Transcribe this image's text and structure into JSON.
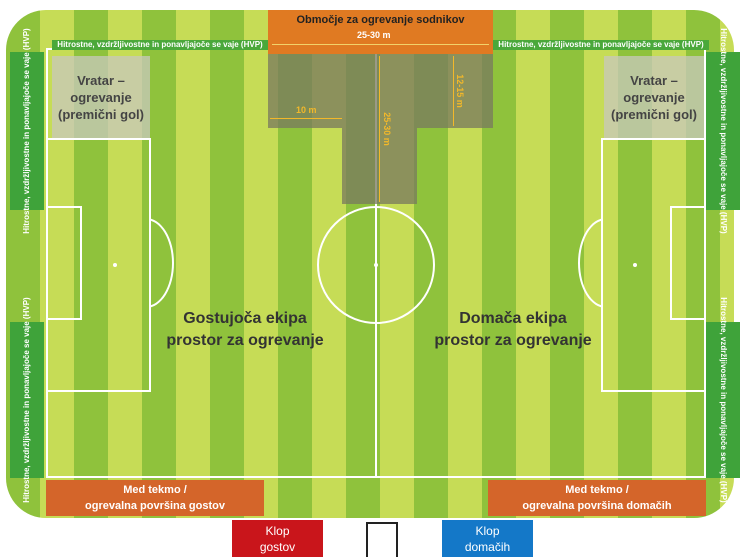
{
  "referee_zone": {
    "title": "Območje za ogrevanje sodnikov",
    "width": "25-30 m",
    "depth_a": "12-15 m",
    "depth_b": "25-30 m",
    "arm": "10 m"
  },
  "hvp": {
    "label": "Hitrostne, vzdržljivostne in ponavljajoče se vaje (HVP)"
  },
  "gk_left": {
    "line1": "Vratar –",
    "line2": "ogrevanje",
    "line3": "(premični gol)"
  },
  "gk_right": {
    "line1": "Vratar –",
    "line2": "ogrevanje",
    "line3": "(premični gol)"
  },
  "away_team": {
    "line1": "Gostujoča ekipa",
    "line2": "prostor za ogrevanje"
  },
  "home_team": {
    "line1": "Domača ekipa",
    "line2": "prostor za ogrevanje"
  },
  "away_area": {
    "line1": "Med tekmo /",
    "line2": "ogrevalna površina gostov"
  },
  "home_area": {
    "line1": "Med tekmo /",
    "line2": "ogrevalna površina domačih"
  },
  "bench_away": {
    "line1": "Klop",
    "line2": "gostov"
  },
  "bench_home": {
    "line1": "Klop",
    "line2": "domačih"
  },
  "colors": {
    "grass_dark": "#8fc23c",
    "grass_light": "#c6dc56",
    "hvp_green": "#3fa33a",
    "referee_orange": "#e07a22",
    "area_orange": "#d4652a",
    "bench_away": "#c9151b",
    "bench_home": "#1478c8"
  }
}
